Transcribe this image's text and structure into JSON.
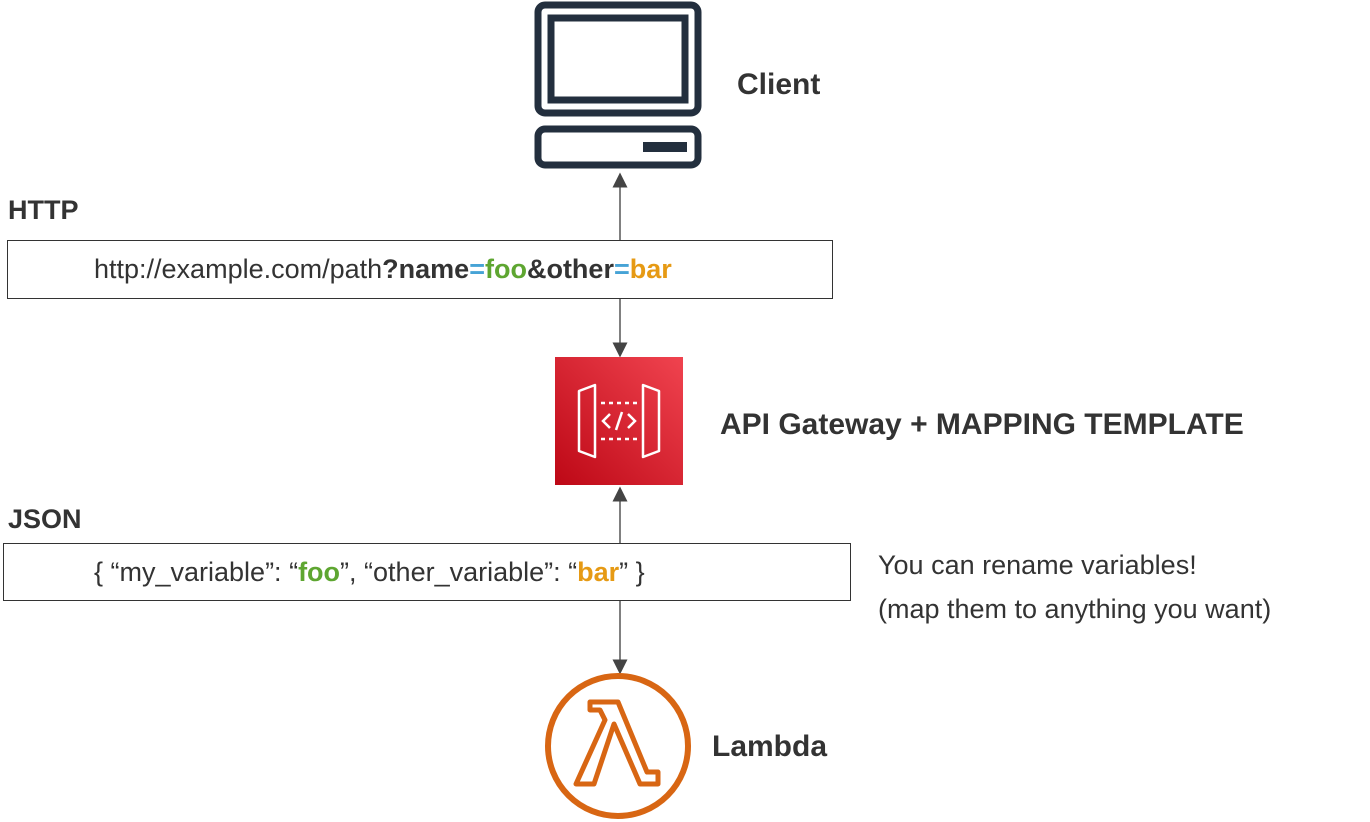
{
  "client": {
    "label": "Client",
    "icon": "computer-monitor-icon"
  },
  "http": {
    "heading": "HTTP",
    "url_base": "http://example.com/path",
    "q1": "?name",
    "eq1": "=",
    "v1": "foo",
    "amp": "&other",
    "eq2": "=",
    "v2": "bar"
  },
  "gateway": {
    "label": "API Gateway + MAPPING TEMPLATE",
    "icon": "api-gateway-icon"
  },
  "json": {
    "heading": "JSON",
    "part1": "{ “my_variable”: “",
    "v1": "foo",
    "part2": "”, “other_variable”: “",
    "v2": "bar",
    "part3": "” }"
  },
  "note": {
    "line1": "You can rename variables!",
    "line2": "(map them to anything you want)"
  },
  "lambda": {
    "label": "Lambda",
    "icon": "lambda-icon"
  },
  "colors": {
    "text": "#333333",
    "green": "#5ea631",
    "orange": "#e69a14",
    "blue": "#46a3d6",
    "gateway_red": "#d6232e",
    "lambda_orange": "#d86613"
  }
}
